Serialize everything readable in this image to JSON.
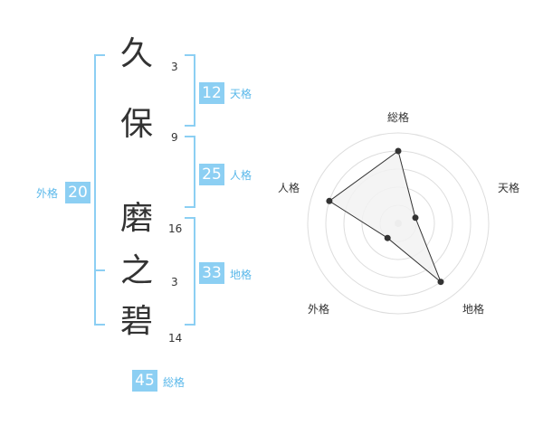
{
  "name": {
    "chars": [
      {
        "char": "久",
        "strokes": "3"
      },
      {
        "char": "保",
        "strokes": "9"
      },
      {
        "char": "磨",
        "strokes": "16"
      },
      {
        "char": "之",
        "strokes": "3"
      },
      {
        "char": "碧",
        "strokes": "14"
      }
    ]
  },
  "fortune": {
    "tenkaku": {
      "value": "12",
      "label": "天格"
    },
    "jinkaku": {
      "value": "25",
      "label": "人格"
    },
    "chikaku": {
      "value": "33",
      "label": "地格"
    },
    "gaikaku": {
      "value": "20",
      "label": "外格"
    },
    "soukaku": {
      "value": "45",
      "label": "総格"
    }
  },
  "colors": {
    "accent": "#8ccff3",
    "accent_text": "#5ab8ea",
    "text": "#333333",
    "grid": "#dddddd",
    "fill": "#f2f2f2",
    "line": "#333333"
  },
  "chart_data": {
    "type": "radar",
    "axes": [
      "総格",
      "天格",
      "地格",
      "外格",
      "人格"
    ],
    "series": [
      {
        "values": [
          4,
          1,
          4,
          1,
          4
        ]
      }
    ],
    "range": [
      0,
      5
    ],
    "rings": 5
  }
}
